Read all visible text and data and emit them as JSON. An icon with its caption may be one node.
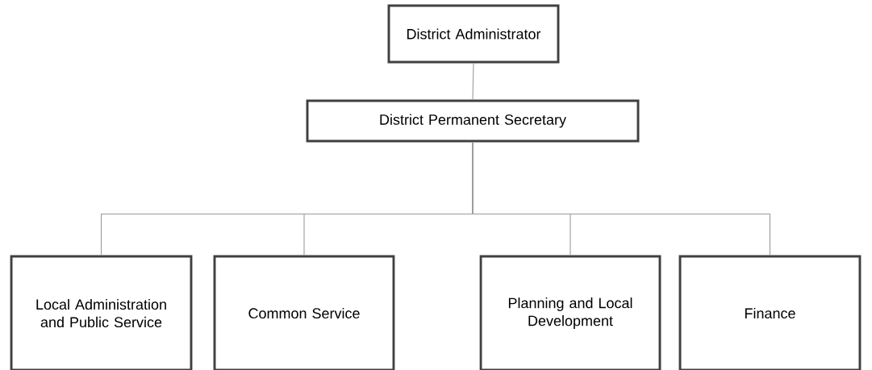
{
  "diagram": {
    "nodes": [
      {
        "text": [
          "District Administrator"
        ]
      },
      {
        "text": [
          "District Permanent Secretary"
        ]
      },
      {
        "text": [
          "Local Administration and Public Service"
        ]
      },
      {
        "text": [
          "Common Service"
        ]
      },
      {
        "text": [
          "Planning and Local Development"
        ]
      },
      {
        "text": [
          "Finance"
        ]
      }
    ],
    "edges": [
      {
        "from": 0,
        "to": 1,
        "arrow": "none"
      },
      {
        "from": 1,
        "to": 2,
        "arrow": "none"
      },
      {
        "from": 1,
        "to": 3,
        "arrow": "none"
      },
      {
        "from": 1,
        "to": 4,
        "arrow": "none"
      },
      {
        "from": 1,
        "to": 5,
        "arrow": "none"
      }
    ]
  }
}
